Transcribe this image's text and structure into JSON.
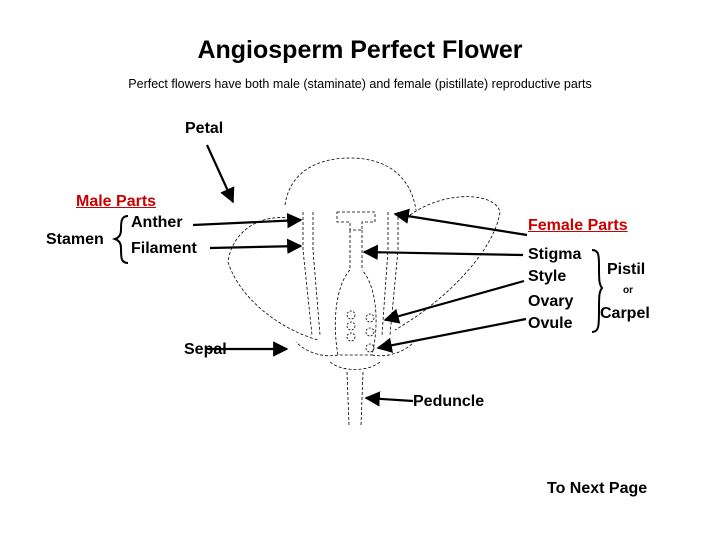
{
  "title": "Angiosperm Perfect Flower",
  "subtitle": "Perfect flowers have both male (staminate) and female (pistillate) reproductive parts",
  "labels": {
    "petal": "Petal",
    "male_parts": "Male Parts",
    "stamen": "Stamen",
    "anther": "Anther",
    "filament": "Filament",
    "female_parts": "Female Parts",
    "stigma": "Stigma",
    "style": "Style",
    "ovary": "Ovary",
    "ovule": "Ovule",
    "pistil": "Pistil",
    "or": "or",
    "carpel": "Carpel",
    "sepal": "Sepal",
    "peduncle": "Peduncle"
  },
  "navigation": {
    "next": "To Next Page"
  },
  "colors": {
    "male_parts": "#cc0000",
    "female_parts": "#cc0000"
  }
}
